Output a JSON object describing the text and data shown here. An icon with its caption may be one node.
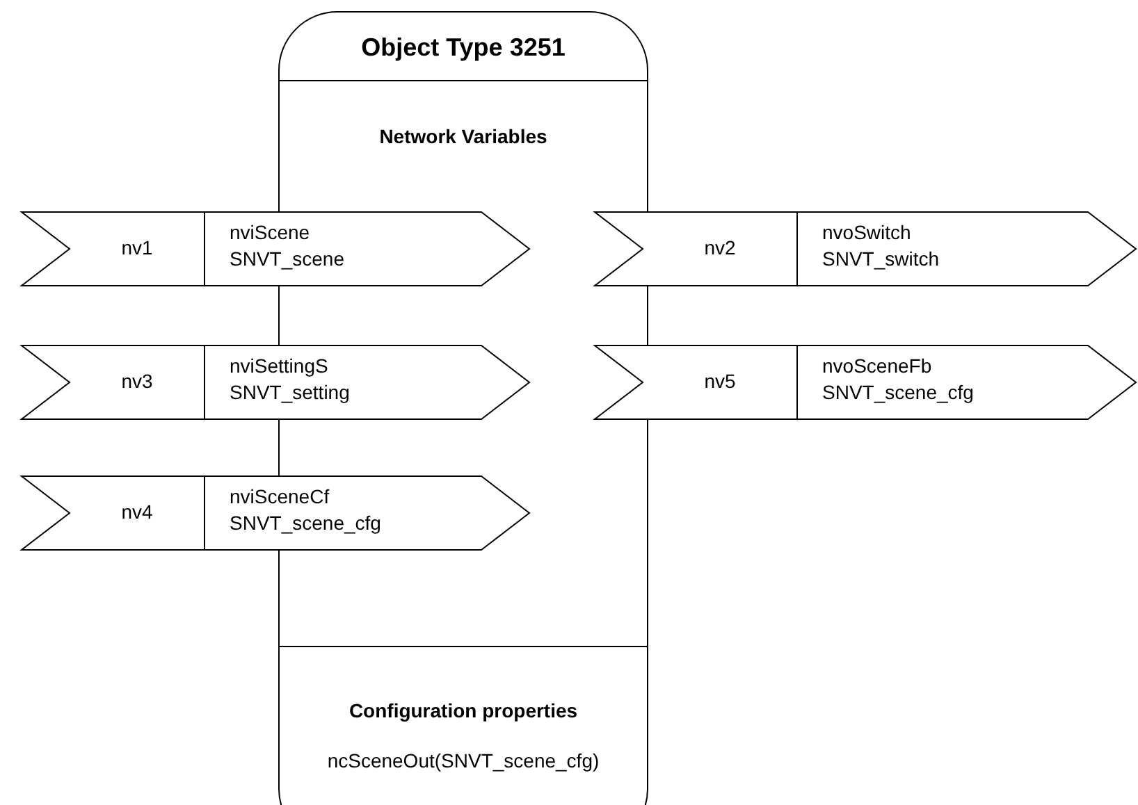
{
  "diagram": {
    "nodes": [
      {
        "text": [
          "Object Type 3251",
          "Network Variables",
          "Configuration properties",
          "ncSceneOut(SNVT_scene_cfg)"
        ]
      },
      {
        "text": [
          "nv1",
          "nviScene SNVT_scene"
        ]
      },
      {
        "text": [
          "nv2",
          "nvoSwitch SNVT_switch"
        ]
      },
      {
        "text": [
          "nv3",
          "nviSettingS SNVT_setting"
        ]
      },
      {
        "text": [
          "nv5",
          "nvoSceneFb SNVT_scene_cfg"
        ]
      },
      {
        "text": [
          "nv4",
          "nviSceneCf SNVT_scene_cfg"
        ]
      }
    ]
  }
}
